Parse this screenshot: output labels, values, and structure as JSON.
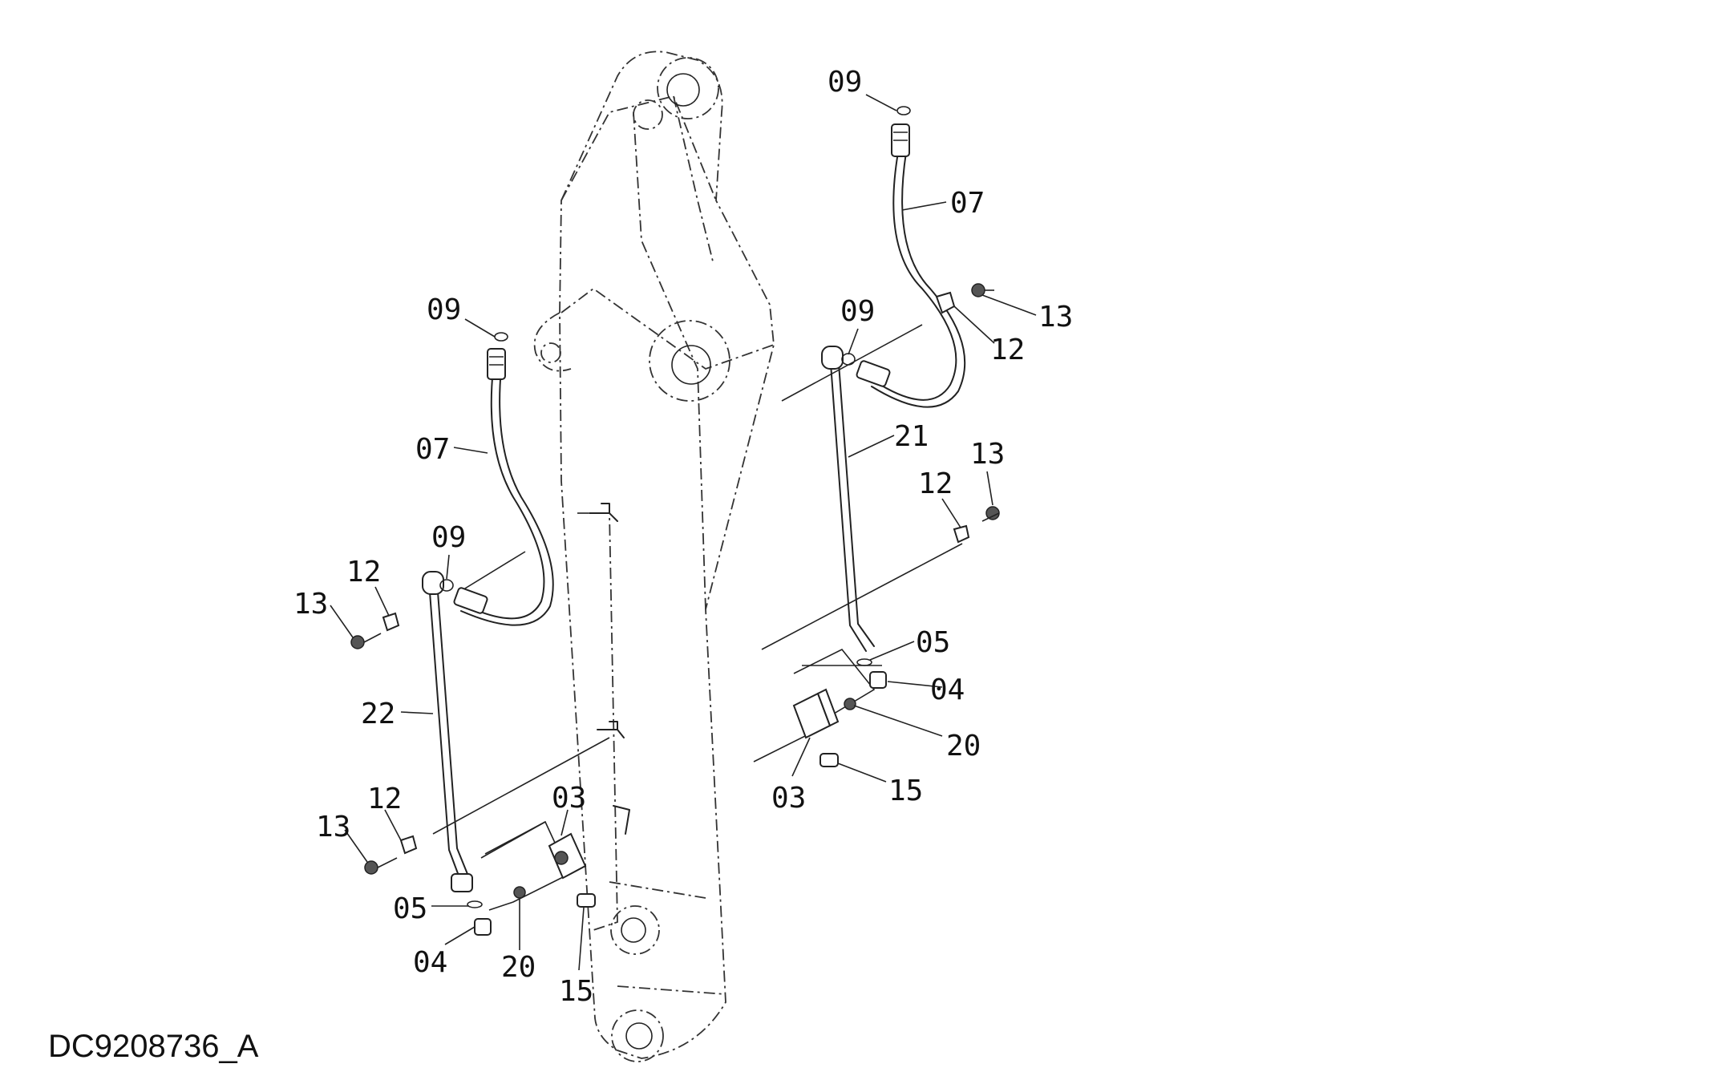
{
  "drawing_code": "DC9208736_A",
  "labels": [
    {
      "id": "l-09-top",
      "text": "09"
    },
    {
      "id": "l-07-right",
      "text": "07"
    },
    {
      "id": "l-09-left-top",
      "text": "09"
    },
    {
      "id": "l-09-right-mid",
      "text": "09"
    },
    {
      "id": "l-13-right-top",
      "text": "13"
    },
    {
      "id": "l-12-right-top",
      "text": "12"
    },
    {
      "id": "l-07-left",
      "text": "07"
    },
    {
      "id": "l-21",
      "text": "21"
    },
    {
      "id": "l-13-right-mid",
      "text": "13"
    },
    {
      "id": "l-12-right-mid",
      "text": "12"
    },
    {
      "id": "l-09-left-mid",
      "text": "09"
    },
    {
      "id": "l-12-left-top",
      "text": "12"
    },
    {
      "id": "l-13-left-top",
      "text": "13"
    },
    {
      "id": "l-05-right",
      "text": "05"
    },
    {
      "id": "l-04-right",
      "text": "04"
    },
    {
      "id": "l-22",
      "text": "22"
    },
    {
      "id": "l-20-right",
      "text": "20"
    },
    {
      "id": "l-03-right",
      "text": "03"
    },
    {
      "id": "l-15-right",
      "text": "15"
    },
    {
      "id": "l-12-left-bottom",
      "text": "12"
    },
    {
      "id": "l-03-left",
      "text": "03"
    },
    {
      "id": "l-13-left-bottom",
      "text": "13"
    },
    {
      "id": "l-05-left",
      "text": "05"
    },
    {
      "id": "l-04-left",
      "text": "04"
    },
    {
      "id": "l-20-left",
      "text": "20"
    },
    {
      "id": "l-15-left",
      "text": "15"
    }
  ]
}
